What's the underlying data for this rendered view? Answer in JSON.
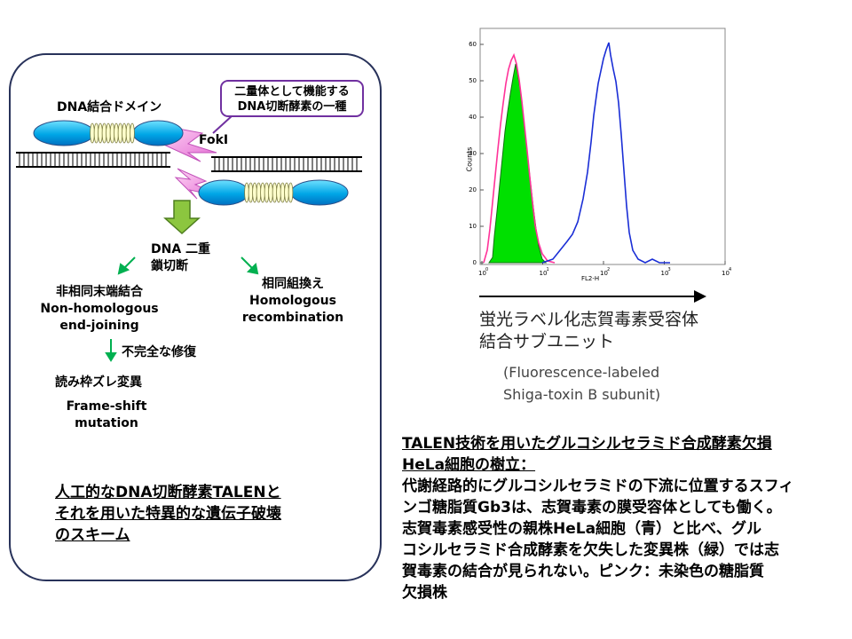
{
  "left_panel": {
    "dna_binding_domain": "DNA結合ドメイン",
    "callout": [
      "二量体として機能する",
      "DNA切断酵素の一種"
    ],
    "foki": "FokI",
    "dsb": [
      "DNA 二重",
      "鎖切断"
    ],
    "nhej": [
      "非相同末端結合",
      "Non-homologous",
      "end-joining"
    ],
    "hr": [
      "相同組換え",
      "Homologous",
      "recombination"
    ],
    "imperfect_repair": "不完全な修復",
    "frameshift_jp": "読み枠ズレ変異",
    "frameshift_en": [
      "Frame-shift",
      "mutation"
    ],
    "caption": [
      "人工的なDNA切断酵素TALENと",
      "それを用いた特異的な遺伝子破壊",
      "のスキーム"
    ]
  },
  "histogram": {
    "y_label": "Counts",
    "x_label": "FL2-H",
    "y_ticks": [
      "0",
      "10",
      "20",
      "30",
      "40",
      "50",
      "60"
    ],
    "x_tick_labels": [
      "10",
      "10",
      "10",
      "10",
      "10"
    ],
    "x_tick_exps": [
      "0",
      "1",
      "2",
      "3",
      "4"
    ],
    "colors": {
      "blue": "#1a2ed6",
      "green": "#00e000",
      "pink": "#ff3399"
    },
    "fl_label": [
      "蛍光ラベル化志賀毒素受容体",
      "結合サブユニット"
    ],
    "fl_label_en": [
      "(Fluorescence-labeled",
      "Shiga-toxin B subunit)"
    ]
  },
  "right_text": {
    "title_lines": [
      "TALEN技術を用いたグルコシルセラミド合成酵素欠損",
      "HeLa細胞の樹立："
    ],
    "body_lines": [
      "代謝経路的にグルコシルセラミドの下流に位置するスフィ",
      "ンゴ糖脂質Gb3は、志賀毒素の膜受容体としても働く。",
      "志賀毒素感受性の親株HeLa細胞（青）と比べ、グル",
      "コシルセラミド合成酵素を欠失した変異株（緑）では志",
      "賀毒素の結合が見られない。ピンク：未染色の糖脂質",
      "欠損株"
    ]
  }
}
